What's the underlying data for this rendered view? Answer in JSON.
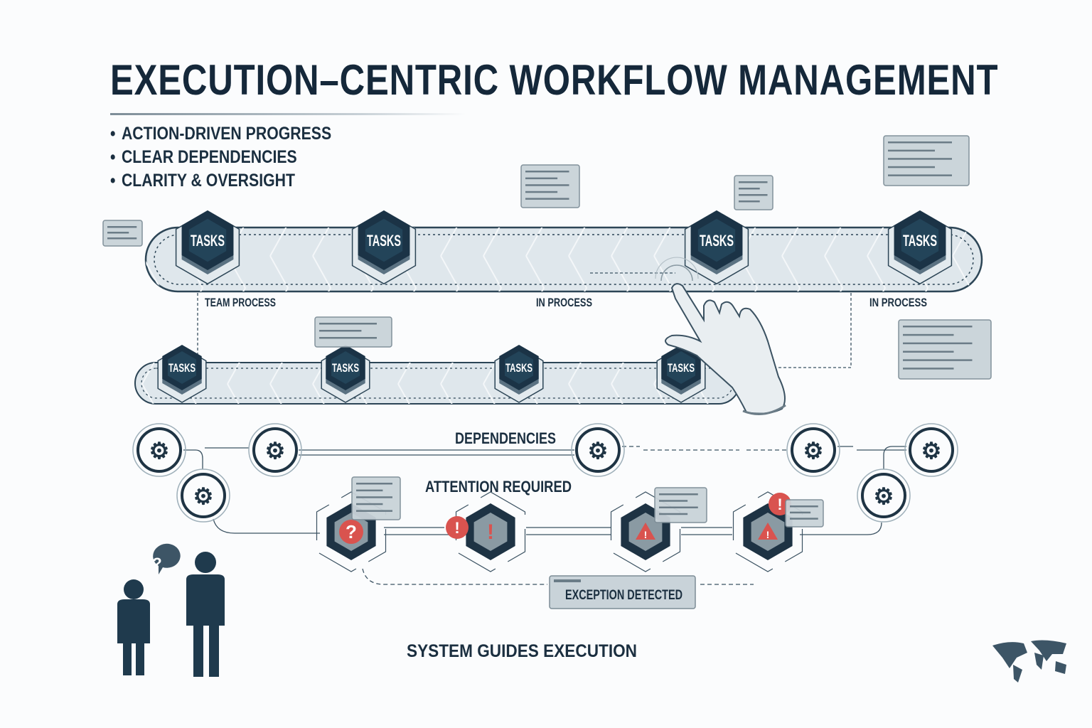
{
  "title": "EXECUTION–CENTRIC WORKFLOW MANAGEMENT",
  "bullets": [
    "ACTION-DRIVEN PROGRESS",
    "CLEAR DEPENDENCIES",
    "CLARITY & OVERSIGHT"
  ],
  "top_track": {
    "tasks": [
      "TASKS",
      "TASKS",
      "TASKS",
      "TASKS"
    ],
    "labels": [
      "TEAM PROCESS",
      "IN PROCESS",
      "IN PROCESS"
    ]
  },
  "bottom_track": {
    "tasks": [
      "TASKS",
      "TASKS",
      "TASKS",
      "TASKS"
    ]
  },
  "dependencies_label": "DEPENDENCIES",
  "attention_label": "ATTENTION REQUIRED",
  "alerts": [
    {
      "icon": "question-icon",
      "symbol": "?"
    },
    {
      "icon": "exclamation-icon",
      "symbol": "!"
    },
    {
      "icon": "warning-triangle-icon",
      "symbol": "!"
    },
    {
      "icon": "warning-triangle-icon",
      "symbol": "!"
    }
  ],
  "badges": [
    "!",
    "!"
  ],
  "exception_label": "EXCEPTION DETECTED",
  "footer_label": "SYSTEM GUIDES EXECUTION",
  "people_bubble": "?",
  "colors": {
    "navy": "#1b3346",
    "track": "#dfe7ec",
    "alert": "#d9534f",
    "card": "#c9d3d9"
  }
}
